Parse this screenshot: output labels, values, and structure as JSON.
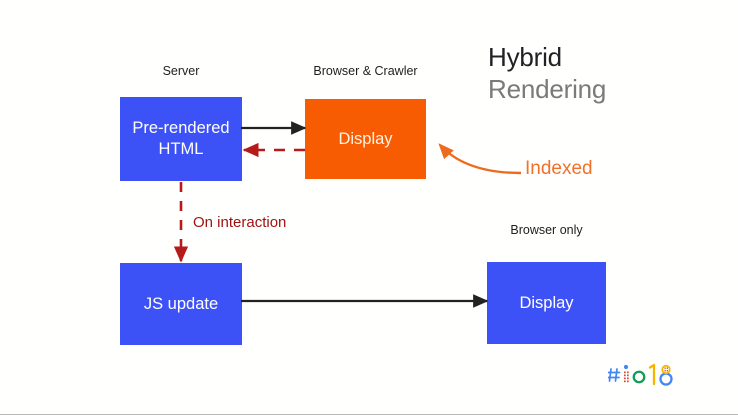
{
  "slide": {
    "title_line1": "Hybrid",
    "title_line2": "Rendering",
    "background_color": "#fffffd"
  },
  "colors": {
    "blue": "#3d52f6",
    "orange": "#f85c03",
    "dark_red": "#9e1111",
    "indexed_orange": "#f1702a",
    "black_arrow": "#222222",
    "title_dark": "#202124",
    "title_gray": "#7a7a7a"
  },
  "captions": {
    "server": "Server",
    "browser_crawler": "Browser & Crawler",
    "browser_only": "Browser only"
  },
  "boxes": {
    "pre_rendered_html": "Pre-rendered\nHTML",
    "pre_rendered_html_line1": "Pre-rendered",
    "pre_rendered_html_line2": "HTML",
    "display_top": "Display",
    "js_update": "JS update",
    "display_bottom": "Display"
  },
  "arrow_labels": {
    "on_interaction": "On interaction",
    "indexed": "Indexed"
  },
  "logo": {
    "name": "google-io-2018-logo",
    "text": "#io18",
    "colors": [
      "#4285f4",
      "#0f9d58",
      "#f4b400",
      "#db4437"
    ]
  }
}
